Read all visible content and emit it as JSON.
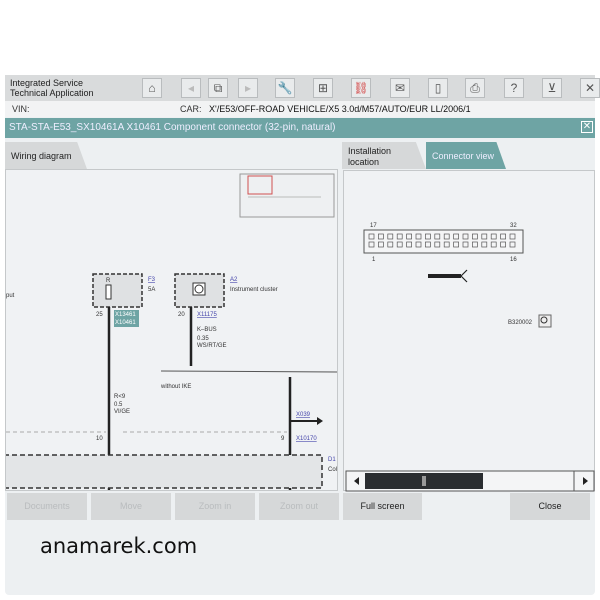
{
  "app": {
    "title_line1": "Integrated Service",
    "title_line2": "Technical Application"
  },
  "toolbar": {
    "icons": [
      "home-icon",
      "back-icon",
      "copy-icon",
      "forward-icon",
      "wrench-icon",
      "compare-icon",
      "link-icon",
      "mail-icon",
      "battery-icon",
      "print-icon",
      "help-icon",
      "download-icon",
      "close-icon"
    ],
    "glyphs": [
      "⌂",
      "◂",
      "⧉",
      "▸",
      "🔧",
      "⊞",
      "⛓",
      "✉",
      "▯",
      "⎙",
      "?",
      "⊻",
      "✕"
    ]
  },
  "vin": {
    "label": "VIN:",
    "car_label": "CAR:",
    "car_value": "X'/E53/OFF-ROAD VEHICLE/X5 3.0d/M57/AUTO/EUR LL/2006/1"
  },
  "window": {
    "title": "STA-STA-E53_SX10461A X10461 Component connector (32-pin, natural)",
    "close": "✕"
  },
  "tabs": {
    "wiring": "Wiring diagram",
    "installation": "Installation location",
    "connector": "Connector view"
  },
  "diagram": {
    "fuse_id": "F3",
    "fuse_rating": "5A",
    "fuse_letter": "R",
    "pin_25": "25",
    "conn_a": "X13461",
    "conn_b": "X10461",
    "cluster_id": "A2",
    "cluster_name": "Instrument cluster",
    "pin_20": "20",
    "conn_cluster": "X11175",
    "bus_name": "K–BUS",
    "bus_size": "0.35",
    "bus_color": "WS/RT/GE",
    "variant": "without IKE",
    "wire1_name": "R<9",
    "wire1_size": "0.5",
    "wire1_color": "VI/GE",
    "pin_10": "10",
    "pin_9": "9",
    "conn_x039": "X039",
    "conn_x10170": "X10170",
    "left_cut": "put",
    "right_id": "D1",
    "right_cut": "Col"
  },
  "connector": {
    "pin_top_left": "17",
    "pin_top_right": "32",
    "pin_bottom_left": "1",
    "pin_bottom_right": "16",
    "image_id": "B320002",
    "scroll_position": 0.2
  },
  "buttons": {
    "documents": "Documents",
    "move": "Move",
    "zoom_in": "Zoom in",
    "zoom_out": "Zoom out",
    "full_screen": "Full screen",
    "close": "Close"
  },
  "watermark": "anamarek.com"
}
